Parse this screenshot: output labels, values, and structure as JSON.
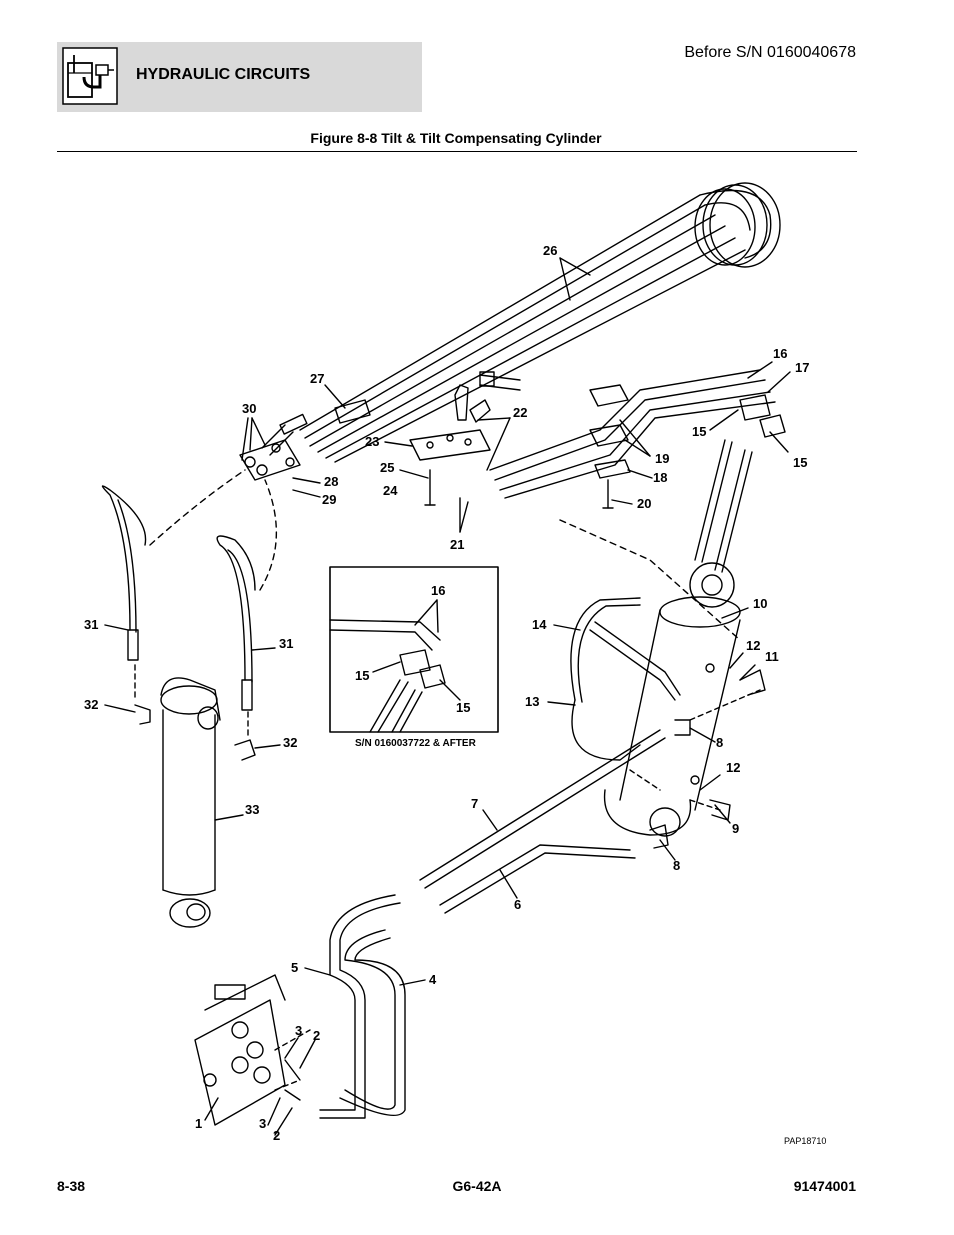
{
  "header": {
    "section_title": "HYDRAULIC CIRCUITS",
    "serial_note": "Before S/N 0160040678",
    "icon": "hydraulic-reservoir-icon"
  },
  "figure": {
    "title": "Figure 8-8 Tilt & Tilt Compensating Cylinder",
    "inset_caption": "S/N 0160037722 & AFTER",
    "drawing_id": "PAP18710",
    "callouts": [
      {
        "id": "c26",
        "label": "26"
      },
      {
        "id": "c27",
        "label": "27"
      },
      {
        "id": "c30",
        "label": "30"
      },
      {
        "id": "c22",
        "label": "22"
      },
      {
        "id": "c23",
        "label": "23"
      },
      {
        "id": "c25",
        "label": "25"
      },
      {
        "id": "c24",
        "label": "24"
      },
      {
        "id": "c28",
        "label": "28"
      },
      {
        "id": "c29",
        "label": "29"
      },
      {
        "id": "c21",
        "label": "21"
      },
      {
        "id": "c19",
        "label": "19"
      },
      {
        "id": "c18",
        "label": "18"
      },
      {
        "id": "c20",
        "label": "20"
      },
      {
        "id": "c16",
        "label": "16"
      },
      {
        "id": "c17",
        "label": "17"
      },
      {
        "id": "c15a",
        "label": "15"
      },
      {
        "id": "c15b",
        "label": "15"
      },
      {
        "id": "c16i",
        "label": "16"
      },
      {
        "id": "c15i1",
        "label": "15"
      },
      {
        "id": "c15i2",
        "label": "15"
      },
      {
        "id": "c10",
        "label": "10"
      },
      {
        "id": "c14",
        "label": "14"
      },
      {
        "id": "c12a",
        "label": "12"
      },
      {
        "id": "c11",
        "label": "11"
      },
      {
        "id": "c13",
        "label": "13"
      },
      {
        "id": "c8a",
        "label": "8"
      },
      {
        "id": "c12b",
        "label": "12"
      },
      {
        "id": "c9",
        "label": "9"
      },
      {
        "id": "c8b",
        "label": "8"
      },
      {
        "id": "c7",
        "label": "7"
      },
      {
        "id": "c6",
        "label": "6"
      },
      {
        "id": "c5",
        "label": "5"
      },
      {
        "id": "c4",
        "label": "4"
      },
      {
        "id": "c31a",
        "label": "31"
      },
      {
        "id": "c31b",
        "label": "31"
      },
      {
        "id": "c32a",
        "label": "32"
      },
      {
        "id": "c32b",
        "label": "32"
      },
      {
        "id": "c33",
        "label": "33"
      },
      {
        "id": "c3a",
        "label": "3"
      },
      {
        "id": "c2a",
        "label": "2"
      },
      {
        "id": "c1",
        "label": "1"
      },
      {
        "id": "c3b",
        "label": "3"
      },
      {
        "id": "c2b",
        "label": "2"
      }
    ]
  },
  "footer": {
    "page_number": "8-38",
    "model": "G6-42A",
    "part_number": "91474001"
  }
}
